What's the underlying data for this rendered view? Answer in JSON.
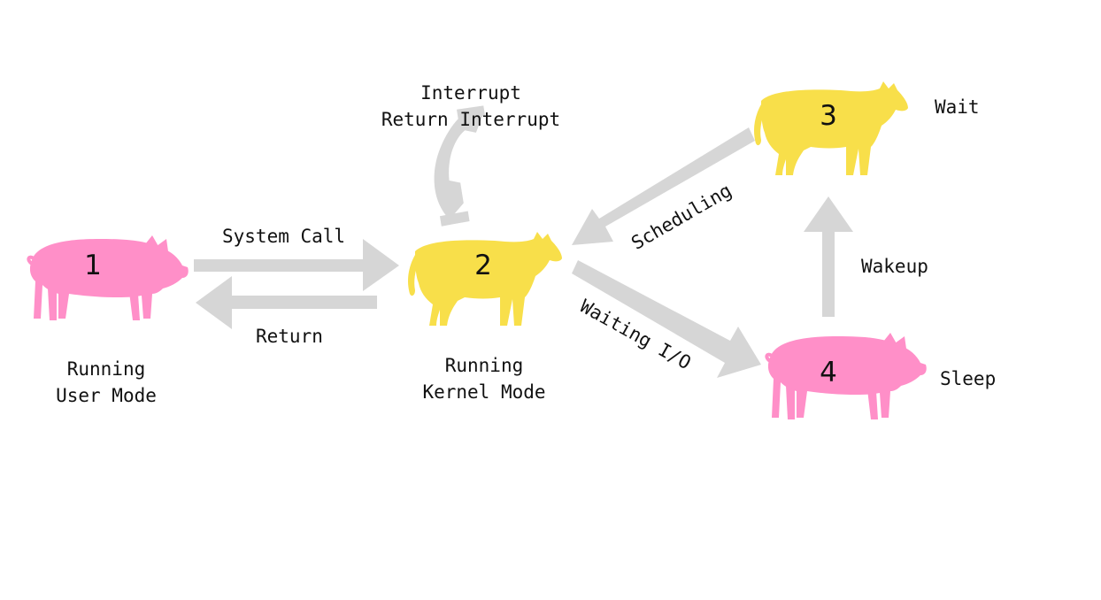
{
  "colors": {
    "pig": "#ff8fc8",
    "cow": "#f8df4a",
    "arrow": "#d6d6d6",
    "phone": "#d6d6d6",
    "text": "#111111",
    "background": "#ffffff"
  },
  "states": [
    {
      "id": "1",
      "animal": "pig",
      "lines": [
        "Running",
        "User Mode"
      ]
    },
    {
      "id": "2",
      "animal": "cow",
      "lines": [
        "Running",
        "Kernel Mode"
      ]
    },
    {
      "id": "3",
      "animal": "cow",
      "lines": [
        "Wait"
      ]
    },
    {
      "id": "4",
      "animal": "pig",
      "lines": [
        "Sleep"
      ]
    }
  ],
  "transitions": {
    "system_call": "System Call",
    "return": "Return",
    "interrupt": "Interrupt",
    "return_interrupt": "Return Interrupt",
    "scheduling": "Scheduling",
    "waiting_io": "Waiting I/O",
    "wakeup": "Wakeup"
  },
  "icons": {
    "interrupt": "telephone-handset-icon",
    "state_animal_pig": "pig-silhouette-icon",
    "state_animal_cow": "cow-silhouette-icon"
  }
}
